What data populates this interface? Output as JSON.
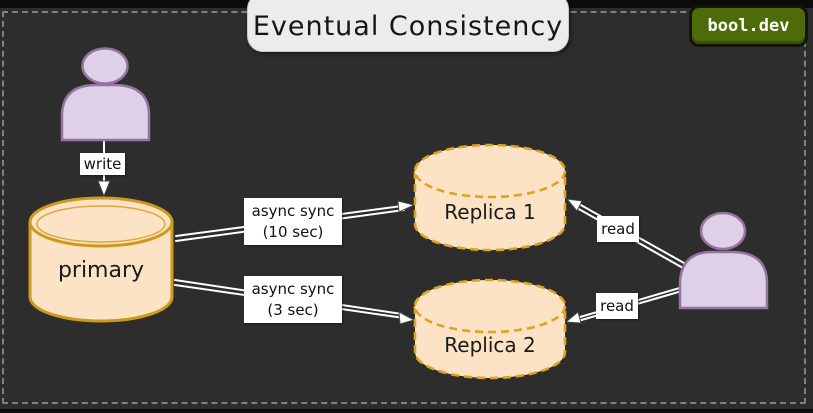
{
  "header": {
    "title": "Eventual Consistency",
    "badge": "bool.dev"
  },
  "nodes": {
    "primary": {
      "label": "primary",
      "type": "database",
      "outline": "solid"
    },
    "replica1": {
      "label": "Replica 1",
      "type": "database",
      "outline": "dashed"
    },
    "replica2": {
      "label": "Replica 2",
      "type": "database",
      "outline": "dashed"
    },
    "writer": {
      "type": "user"
    },
    "reader": {
      "type": "user"
    }
  },
  "edges": {
    "write": {
      "label": "write",
      "from": "writer",
      "to": "primary"
    },
    "sync_replica1": {
      "label": "async sync",
      "sublabel": "(10 sec)",
      "from": "primary",
      "to": "replica1"
    },
    "sync_replica2": {
      "label": "async sync",
      "sublabel": "(3 sec)",
      "from": "primary",
      "to": "replica2"
    },
    "read_replica1": {
      "label": "read",
      "from": "reader",
      "to": "replica1"
    },
    "read_replica2": {
      "label": "read",
      "from": "reader",
      "to": "replica2"
    }
  },
  "colors": {
    "canvas_bg": "#2d2d2e",
    "outer_bg": "#0c0c0c",
    "frame_border": "#808080",
    "cylinder_fill": "#fce3c6",
    "cylinder_stroke_solid": "#cf9a1b",
    "cylinder_stroke_dashed": "#e0a31e",
    "person_fill": "#ddd0e7",
    "person_stroke": "#96739f",
    "badge_bg": "#4d6b08",
    "label_bg": "#ffffff",
    "title_box_bg": "#ececec"
  }
}
